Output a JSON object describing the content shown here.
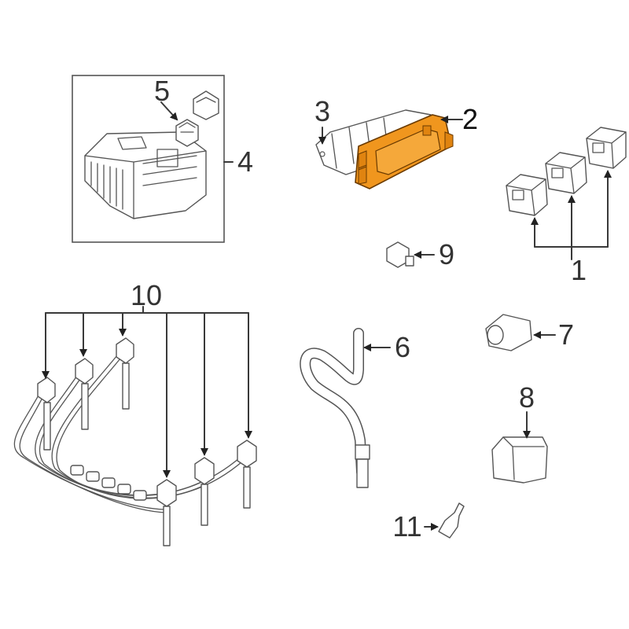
{
  "callouts": {
    "c1": "1",
    "c2": "2",
    "c3": "3",
    "c4": "4",
    "c5": "5",
    "c6": "6",
    "c7": "7",
    "c8": "8",
    "c9": "9",
    "c10": "10",
    "c11": "11"
  },
  "colors": {
    "highlight": "#f0961e",
    "line": "#3a3a3a",
    "background": "#ffffff"
  }
}
